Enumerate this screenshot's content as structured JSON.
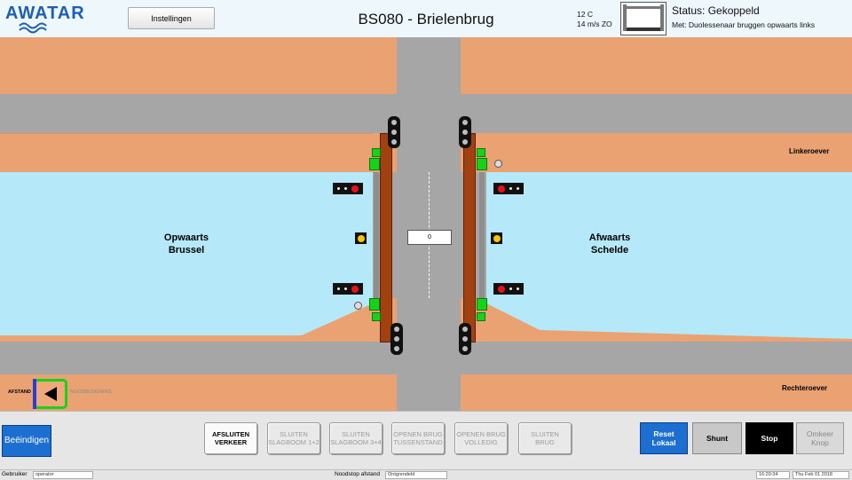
{
  "header": {
    "logo_text": "AWATAR",
    "settings_label": "Instellingen",
    "title": "BS080 - Brielenbrug",
    "temperature": "12 C",
    "wind": "14 m/s ZO",
    "status": "Status: Gekoppeld",
    "status_detail": "Met: Duolessenaar bruggen opwaarts links"
  },
  "scene": {
    "left_bank_label": "Linkeroever",
    "right_bank_label": "Rechteroever",
    "upstream_label_1": "Opwaarts",
    "upstream_label_2": "Brussel",
    "downstream_label_1": "Afwaarts",
    "downstream_label_2": "Schelde",
    "bridge_value": "0",
    "distance_label": "AFSTAND",
    "emergency_label": "NOODBEDIENING",
    "colors": {
      "land": "#eaa272",
      "road": "#a6a6a6",
      "water": "#b5e8f8",
      "barrier": "#a0410f",
      "gate_green": "#17d21a",
      "signal_red": "#e8101a",
      "signal_amber": "#f6c700"
    }
  },
  "toolbar": {
    "end_label": "Beëindigen",
    "btn_close_traffic_1": "AFSLUITEN",
    "btn_close_traffic_2": "VERKEER",
    "btn_close_barrier12_1": "SLUITEN",
    "btn_close_barrier12_2": "SLAGBOOM 1+2",
    "btn_close_barrier34_1": "SLUITEN",
    "btn_close_barrier34_2": "SLAGBOOM 3+4",
    "btn_open_mid_1": "OPENEN BRUG",
    "btn_open_mid_2": "TUSSENSTAND",
    "btn_open_full_1": "OPENEN BRUG",
    "btn_open_full_2": "VOLLEDIG",
    "btn_close_bridge_1": "SLUITEN",
    "btn_close_bridge_2": "BRUG",
    "reset_1": "Reset",
    "reset_2": "Lokaal",
    "shunt": "Shunt",
    "stop": "Stop",
    "reverse_1": "Omkeer",
    "reverse_2": "Knop"
  },
  "statusbar": {
    "user_label": "Gebruiker",
    "user_value": "operator",
    "emergency_distance_label": "Noodstop afstand",
    "emergency_distance_value": "Ontgrendeld",
    "time": "16:20:34",
    "date": "Thu Feb 01 2018"
  }
}
